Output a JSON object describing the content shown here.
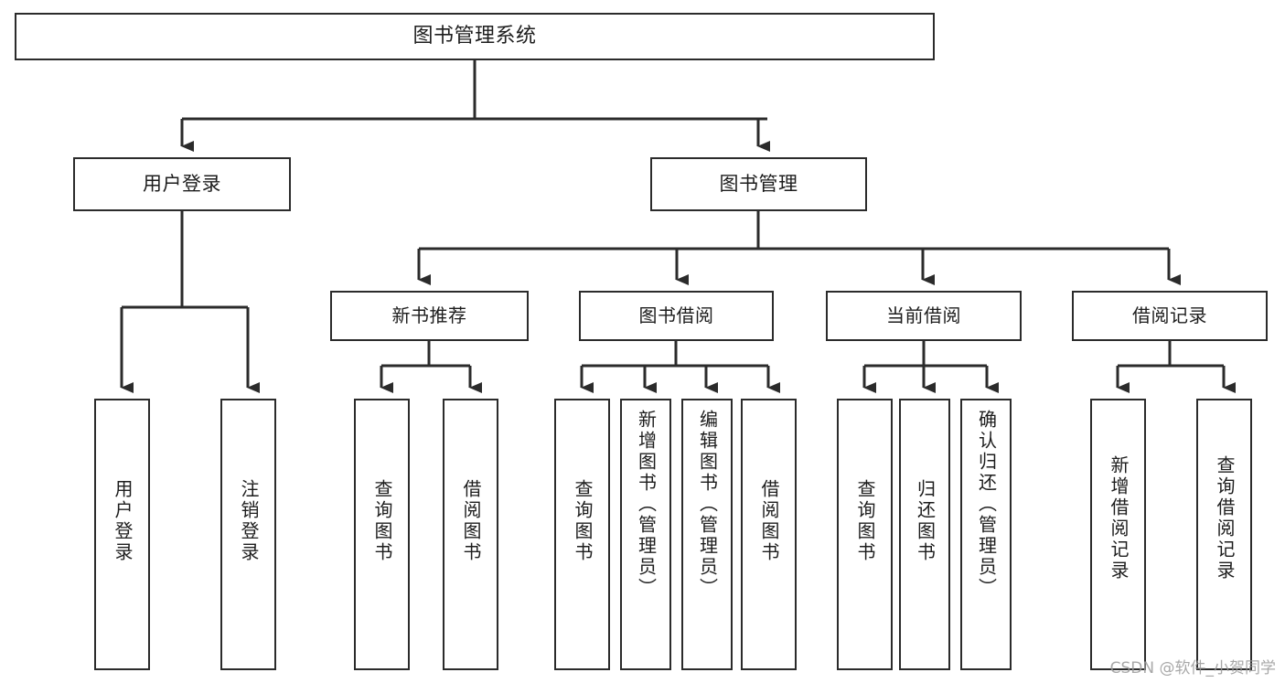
{
  "diagram": {
    "title": "图书管理系统",
    "watermark": "CSDN @软件_小贺同学",
    "root": {
      "label": "图书管理系统"
    },
    "level1": [
      {
        "label": "用户登录"
      },
      {
        "label": "图书管理"
      }
    ],
    "level2": [
      {
        "label": "新书推荐"
      },
      {
        "label": "图书借阅"
      },
      {
        "label": "当前借阅"
      },
      {
        "label": "借阅记录"
      }
    ],
    "leaves": {
      "user_login": [
        {
          "label": "用户登录"
        },
        {
          "label": "注销登录"
        }
      ],
      "new_book_recommend": [
        {
          "label": "查询图书"
        },
        {
          "label": "借阅图书"
        }
      ],
      "book_borrow": [
        {
          "label": "查询图书"
        },
        {
          "label": "新增图书（管理员）"
        },
        {
          "label": "编辑图书（管理员）"
        },
        {
          "label": "借阅图书"
        }
      ],
      "current_borrow": [
        {
          "label": "查询图书"
        },
        {
          "label": "归还图书"
        },
        {
          "label": "确认归还（管理员）"
        }
      ],
      "borrow_records": [
        {
          "label": "新增借阅记录"
        },
        {
          "label": "查询借阅记录"
        }
      ]
    },
    "colors": {
      "border": "#2b2b2b",
      "edge": "#2b2b2b",
      "background": "#ffffff",
      "text": "#1d1d1d",
      "watermark": "#9a9a9a"
    }
  }
}
